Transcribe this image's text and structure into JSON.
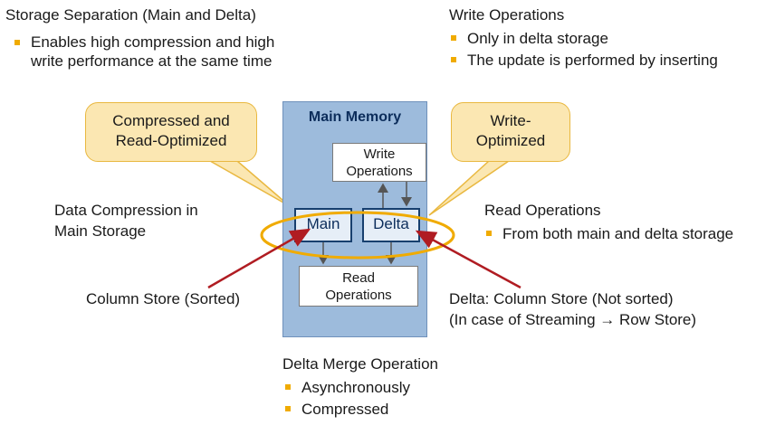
{
  "top_left": {
    "heading": "Storage Separation (Main and Delta)",
    "bullets": [
      "Enables high compression and high",
      "write performance at the same time"
    ]
  },
  "top_right": {
    "heading": "Write Operations",
    "bullets": [
      "Only in delta storage",
      "The update is performed by inserting"
    ]
  },
  "callout_left": {
    "line1": "Compressed and",
    "line2": "Read-Optimized"
  },
  "callout_right": {
    "line1": "Write-",
    "line2": "Optimized"
  },
  "main_memory": {
    "title": "Main Memory",
    "write_box": {
      "line1": "Write",
      "line2": "Operations"
    },
    "read_box": {
      "line1": "Read",
      "line2": "Operations"
    },
    "main_label": "Main",
    "delta_label": "Delta"
  },
  "left_mid": {
    "line1": "Data Compression in",
    "line2": "Main Storage"
  },
  "right_mid": {
    "heading": "Read Operations",
    "bullets": [
      "From both main and delta storage"
    ]
  },
  "column_store_sorted": "Column Store (Sorted)",
  "delta_store": {
    "line1": "Delta: Column Store (Not sorted)",
    "line2": "(In case of Streaming → Row Store)"
  },
  "bottom": {
    "heading": "Delta Merge Operation",
    "bullets": [
      "Asynchronously",
      "Compressed"
    ]
  },
  "colors": {
    "bullet": "#f0ab00",
    "callout_fill": "#fbe7b2",
    "memory_fill": "#9dbbdc",
    "arrow_red": "#b01c22",
    "ring": "#f0ab00"
  }
}
